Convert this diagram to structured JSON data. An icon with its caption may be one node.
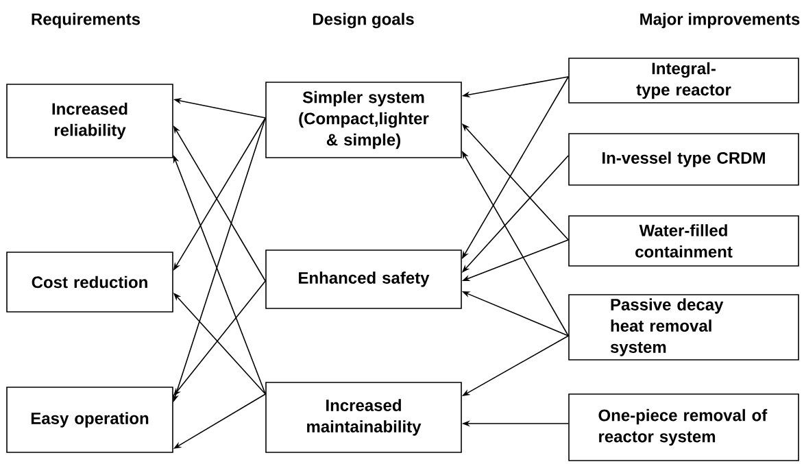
{
  "diagram": {
    "nodes": [
      {
        "text": [
          "Increased reliability"
        ]
      },
      {
        "text": [
          "Cost reduction"
        ]
      },
      {
        "text": [
          "Easy operation"
        ]
      },
      {
        "text": [
          "Simpler system (Compact,lighter & simple)"
        ]
      },
      {
        "text": [
          "Enhanced safety"
        ]
      },
      {
        "text": [
          "Increased maintainability"
        ]
      },
      {
        "text": [
          "Integral-type reactor"
        ]
      },
      {
        "text": [
          "In-vessel type CRDM"
        ]
      },
      {
        "text": [
          "Water-filled containment"
        ]
      },
      {
        "text": [
          "Passive decay heat removal system"
        ]
      },
      {
        "text": [
          "One-piece removal of reactor system"
        ]
      }
    ],
    "edges": [
      {
        "from": 3,
        "to": 0,
        "arrow": "to"
      },
      {
        "from": 3,
        "to": 1,
        "arrow": "to"
      },
      {
        "from": 3,
        "to": 2,
        "arrow": "to"
      },
      {
        "from": 4,
        "to": 0,
        "arrow": "to"
      },
      {
        "from": 4,
        "to": 2,
        "arrow": "to"
      },
      {
        "from": 5,
        "to": 0,
        "arrow": "to"
      },
      {
        "from": 5,
        "to": 1,
        "arrow": "to"
      },
      {
        "from": 5,
        "to": 2,
        "arrow": "to"
      },
      {
        "from": 6,
        "to": 3,
        "arrow": "to"
      },
      {
        "from": 6,
        "to": 4,
        "arrow": "to"
      },
      {
        "from": 7,
        "to": 4,
        "arrow": "to"
      },
      {
        "from": 8,
        "to": 3,
        "arrow": "to"
      },
      {
        "from": 8,
        "to": 4,
        "arrow": "to"
      },
      {
        "from": 9,
        "to": 3,
        "arrow": "to"
      },
      {
        "from": 9,
        "to": 4,
        "arrow": "to"
      },
      {
        "from": 9,
        "to": 5,
        "arrow": "to"
      },
      {
        "from": 10,
        "to": 5,
        "arrow": "to"
      }
    ],
    "labels": [
      "Requirements",
      "Design goals",
      "Major improvements"
    ]
  }
}
